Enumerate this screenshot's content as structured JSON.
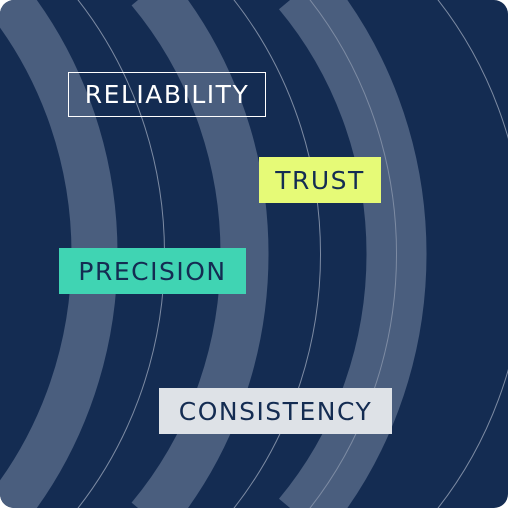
{
  "colors": {
    "background": "#142c52",
    "band": "#4a5e7e",
    "line": "#7d8ba3",
    "lime": "#e6fa77",
    "teal": "#40d4b3",
    "grey": "#dee2e7"
  },
  "tags": {
    "reliability": "RELIABILITY",
    "trust": "TRUST",
    "precision": "PRECISION",
    "consistency": "CONSISTENCY"
  }
}
